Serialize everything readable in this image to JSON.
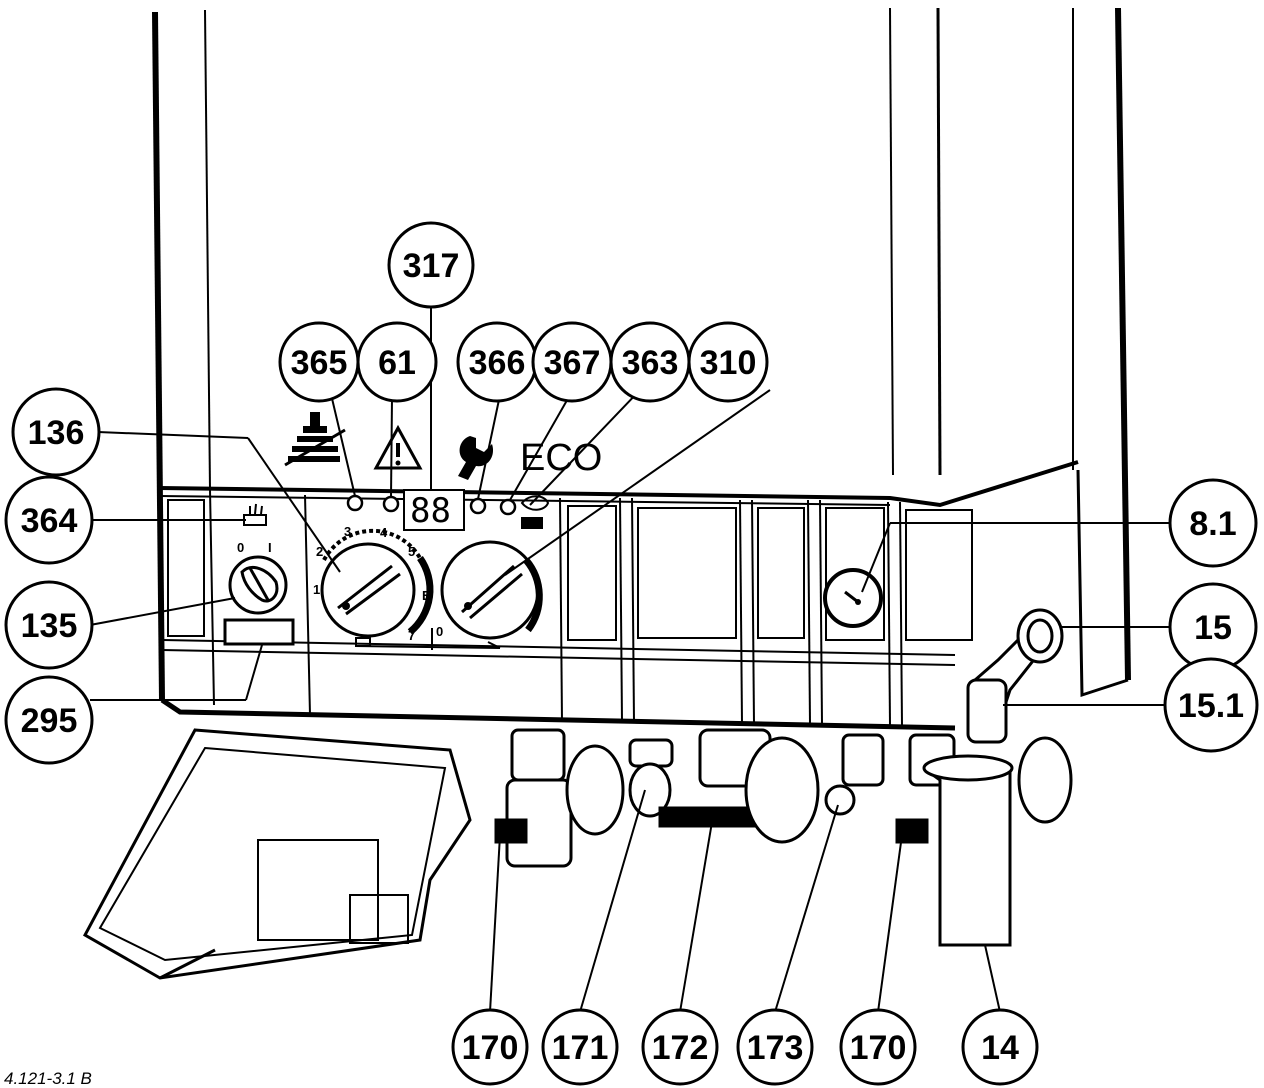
{
  "panel": {
    "eco_label": "ECO",
    "display_digits": "88",
    "heating_dial_labels": [
      "1",
      "2",
      "3",
      "4",
      "5",
      "E",
      "7"
    ],
    "water_dial_label": "0",
    "switch_labels": {
      "off": "0",
      "on": "I"
    }
  },
  "callouts": [
    {
      "id": "317",
      "label": "317"
    },
    {
      "id": "365",
      "label": "365"
    },
    {
      "id": "61",
      "label": "61"
    },
    {
      "id": "366",
      "label": "366"
    },
    {
      "id": "367",
      "label": "367"
    },
    {
      "id": "363",
      "label": "363"
    },
    {
      "id": "310",
      "label": "310"
    },
    {
      "id": "136",
      "label": "136"
    },
    {
      "id": "364",
      "label": "364"
    },
    {
      "id": "135",
      "label": "135"
    },
    {
      "id": "295",
      "label": "295"
    },
    {
      "id": "8.1",
      "label": "8.1"
    },
    {
      "id": "15",
      "label": "15"
    },
    {
      "id": "15.1",
      "label": "15.1"
    },
    {
      "id": "170a",
      "label": "170"
    },
    {
      "id": "171",
      "label": "171"
    },
    {
      "id": "172",
      "label": "172"
    },
    {
      "id": "173",
      "label": "173"
    },
    {
      "id": "170b",
      "label": "170"
    },
    {
      "id": "14",
      "label": "14"
    }
  ],
  "figure_code": "4.121-3.1 B"
}
